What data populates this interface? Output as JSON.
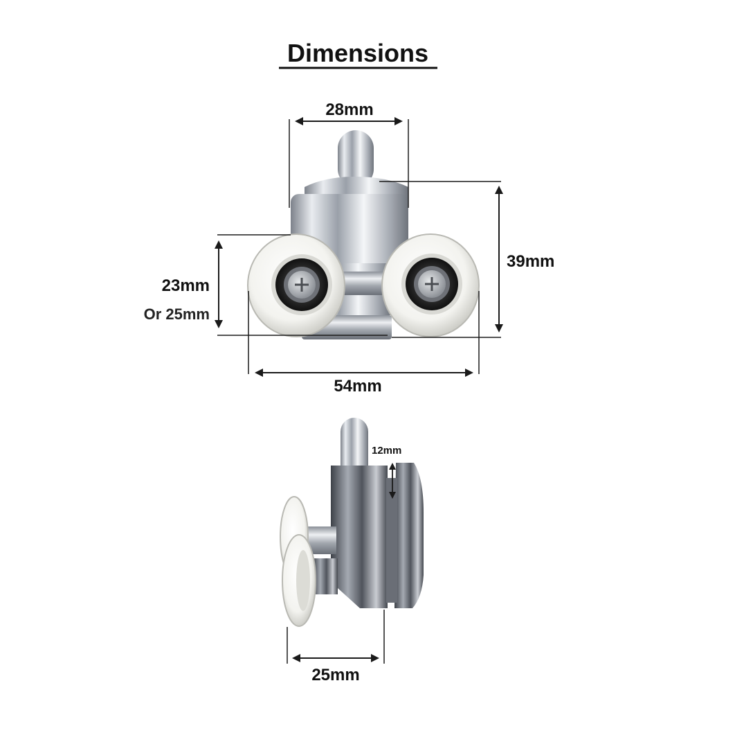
{
  "title": "Dimensions",
  "front_view": {
    "top_width": "28mm",
    "height": "39mm",
    "wheel_diameter_primary": "23mm",
    "wheel_diameter_alt": "Or 25mm",
    "overall_width": "54mm"
  },
  "side_view": {
    "plate_gap": "12mm",
    "depth": "25mm"
  },
  "colors": {
    "text": "#111111",
    "dimension_line": "#1a1a1a",
    "wheel": "#f2f2ee",
    "chrome": "#b8bcc4",
    "bearing": "#2a2a2a"
  },
  "icons": {
    "arrow": "double-headed-arrow-icon",
    "screw": "phillips-screw-icon"
  }
}
